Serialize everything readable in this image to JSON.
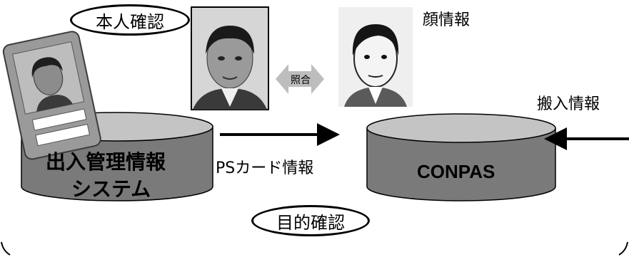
{
  "labels": {
    "identity_check": "本人確認",
    "purpose_check": "目的確認",
    "face_info": "顔情報",
    "delivery_info": "搬入情報",
    "match": "照合",
    "ps_card_info": "PSカード情報",
    "left_system_line1": "出入管理情報",
    "left_system_line2": "システム",
    "right_system": "CONPAS"
  },
  "colors": {
    "cylinder_side": "#7a7a7a",
    "cylinder_top": "#c4c4c4",
    "match_arrow": "#bdbdbd",
    "card_body": "#9a9a9a",
    "photo_bg": "#e2e2e2"
  }
}
